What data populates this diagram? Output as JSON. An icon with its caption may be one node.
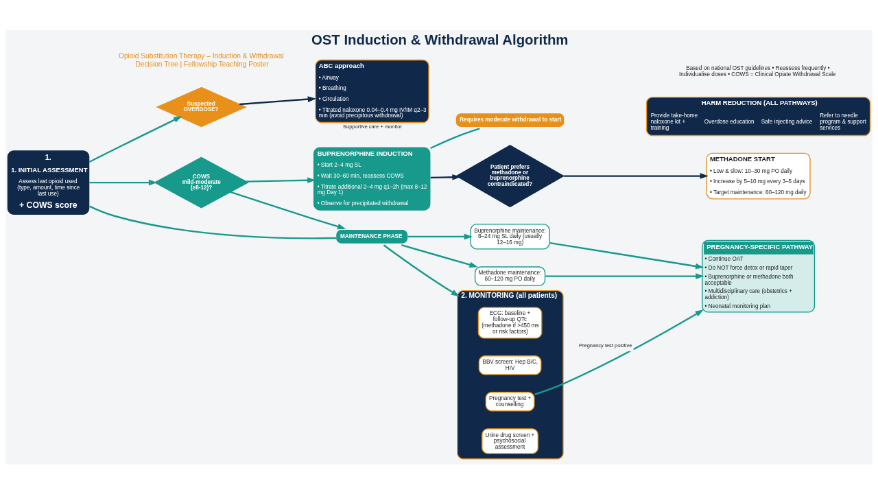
{
  "diagram": {
    "title": "OST Induction & Withdrawal Algorithm",
    "nodes": [
      {
        "text": [
          "1.",
          "1. INITIAL ASSESSMENT",
          "Assess last opioid used (type, amount, time since last use)",
          "+ COWS score"
        ]
      },
      {
        "text": [
          "Suspected OVERDOSE?"
        ]
      },
      {
        "text": [
          "COWS mild-moderate (≥8-12)?"
        ]
      },
      {
        "text": [
          "ABC approach",
          "• Airway",
          "• Breathing",
          "• Circulation",
          "• Titrated naloxone 0.04–0.4 mg IV/IM q2–3 min (avoid precipitous withdrawal)"
        ],
        "beside": [
          "Supportive care + monitor"
        ]
      },
      {
        "text": [
          "BUPRENORPHINE INDUCTION",
          "• Start 2–4 mg SL",
          "• Wait 30–60 min, reassess COWS",
          "• Titrate additional 2–4 mg q1–2h (max 8–12 mg Day 1)",
          "• Observe for precipitated withdrawal"
        ]
      },
      {
        "text": [
          "Requires moderate withdrawal to start"
        ]
      },
      {
        "text": [
          "Patient prefers methadone or buprenorphine contraindicated?"
        ]
      },
      {
        "text": [
          "METHADONE START",
          "• Low & slow: 10–30 mg PO daily",
          "• Increase by 5–10 mg every 3–5 days",
          "• Target maintenance: 60–120 mg daily"
        ]
      },
      {
        "text": [
          "MAINTENANCE PHASE"
        ]
      },
      {
        "text": [
          "Buprenorphine maintenance: 8–24 mg SL daily (usually 12–16 mg)"
        ]
      },
      {
        "text": [
          "Methadone maintenance: 60–120 mg PO daily"
        ]
      },
      {
        "text": [
          "2. MONITORING (all patients)"
        ]
      },
      {
        "text": [
          "ECG: baseline + follow-up QTc (methadone if >450 ms or risk factors)"
        ],
        "in": 11
      },
      {
        "text": [
          "BBV screen: Hep B/C, HIV"
        ],
        "in": 11
      },
      {
        "text": [
          "Pregnancy test + counselling"
        ],
        "in": 11
      },
      {
        "text": [
          "Urine drug screen + psychosocial assessment"
        ],
        "in": 11
      },
      {
        "text": [
          "PREGNANCY-SPECIFIC PATHWAY",
          "• Continue OAT",
          "• Do NOT force detox or rapid taper",
          "• Buprenorphine or methadone both acceptable",
          "• Multidisciplinary care (obstetrics + addiction)",
          "• Neonatal monitoring plan"
        ]
      },
      {
        "text": [
          "HARM REDUCTION (ALL PATHWAYS)",
          "Provide take-home naloxone kit + training",
          "Overdose education",
          "Safe injecting advice",
          "Refer to needle program & support services"
        ]
      }
    ],
    "edges": [
      {
        "from": 0,
        "to": 1,
        "arrow": "to"
      },
      {
        "from": 0,
        "to": 2,
        "arrow": "to"
      },
      {
        "from": 1,
        "to": 3,
        "arrow": "to",
        "color": "#10294a"
      },
      {
        "from": 2,
        "to": 4,
        "arrow": "to"
      },
      {
        "from": 4,
        "to": 6,
        "arrow": "to",
        "color": "#10294a"
      },
      {
        "from": 6,
        "to": 7,
        "arrow": "to",
        "color": "#10294a"
      },
      {
        "from": 4,
        "to": 5,
        "arrow": "none"
      },
      {
        "from": 0,
        "to": 8,
        "arrow": "none"
      },
      {
        "from": 2,
        "to": 8,
        "arrow": "to"
      },
      {
        "from": 8,
        "to": 11,
        "arrow": "to"
      },
      {
        "from": 8,
        "to": 9,
        "arrow": "to"
      },
      {
        "from": 8,
        "to": 10,
        "arrow": "to"
      },
      {
        "from": 9,
        "to": 16,
        "arrow": "to"
      },
      {
        "from": 10,
        "to": 16,
        "arrow": "to"
      },
      {
        "from": 14,
        "to": 16,
        "arrow": "to",
        "label": "Pregnancy test positive"
      }
    ],
    "labels": [
      "Opioid Substitution Therapy – Induction & Withdrawal Decision Tree | Fellowship Teaching Poster",
      "Based on national OST guidelines • Reassess frequently • Individualise doses • COWS = Clinical Opiate Withdrawal Scale"
    ]
  }
}
